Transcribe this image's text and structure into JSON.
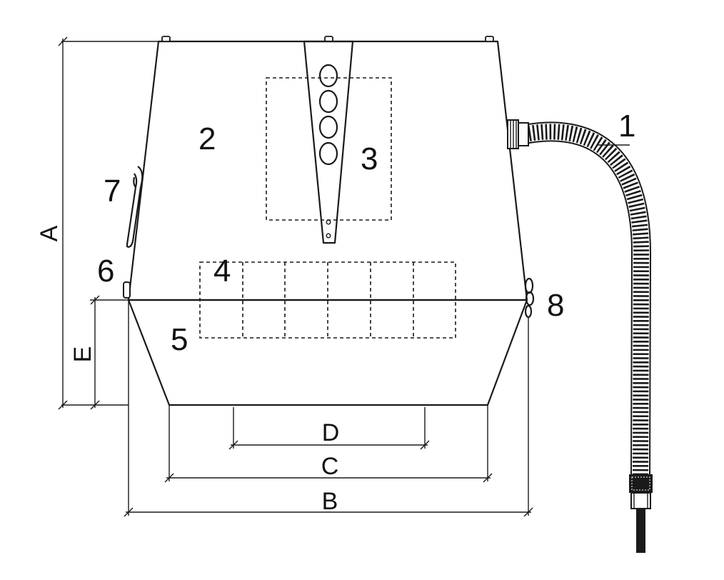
{
  "part_labels": {
    "l1": "1",
    "l2": "2",
    "l3": "3",
    "l4": "4",
    "l5": "5",
    "l6": "6",
    "l7": "7",
    "l8": "8"
  },
  "dimension_labels": {
    "a": "A",
    "b": "B",
    "c": "C",
    "d": "D",
    "e": "E"
  },
  "colors": {
    "line": "#1a1a1a",
    "background": "#ffffff"
  }
}
